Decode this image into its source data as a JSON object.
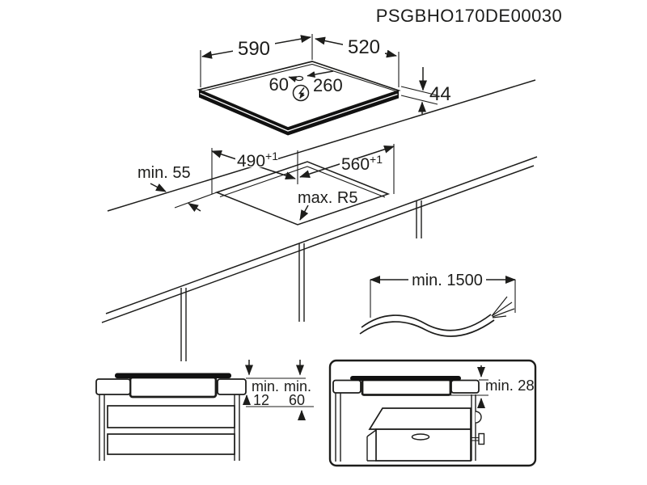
{
  "title": "PSGBHO170DE00030",
  "colors": {
    "line": "#1d1d1b",
    "background": "#ffffff",
    "hob_fill": "#111111"
  },
  "hob_view": {
    "width": "590",
    "depth": "520",
    "height": "44",
    "connection_offset_left": "60",
    "connection_offset_right": "260",
    "power_symbol_icon": "lightning-bolt-in-circle"
  },
  "cutout_view": {
    "cutout_depth": "490",
    "cutout_depth_tolerance": "+1",
    "cutout_width": "560",
    "cutout_width_tolerance": "+1",
    "edge_clearance": "min. 55",
    "corner_radius": "max. R5"
  },
  "cable_figure": {
    "cable_length": "min. 1500"
  },
  "drawer_figure": {
    "clearance1_prefix": "min.",
    "clearance1_value": "12",
    "clearance2_prefix": "min.",
    "clearance2_value": "60"
  },
  "oven_figure": {
    "oven_clearance": "min. 28"
  }
}
